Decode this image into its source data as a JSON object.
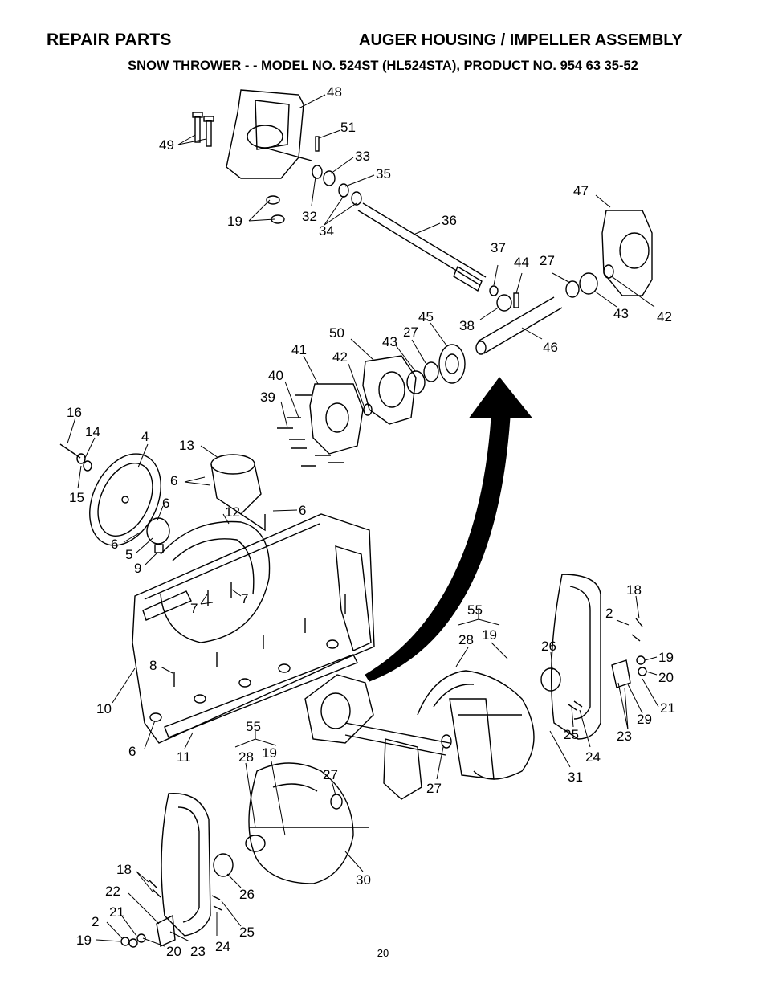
{
  "header": {
    "section": "REPAIR PARTS",
    "title": "AUGER HOUSING / IMPELLER ASSEMBLY",
    "subtitle": "SNOW THROWER - - MODEL NO. 524ST (HL524STA), PRODUCT NO. 954 63 35-52"
  },
  "page_number": "20",
  "callouts": [
    "48",
    "51",
    "49",
    "33",
    "35",
    "19",
    "32",
    "34",
    "36",
    "47",
    "37",
    "44",
    "27",
    "43",
    "42",
    "38",
    "45",
    "46",
    "50",
    "27",
    "43",
    "41",
    "42",
    "40",
    "39",
    "16",
    "14",
    "4",
    "15",
    "13",
    "6",
    "6",
    "6",
    "12",
    "6",
    "5",
    "9",
    "7",
    "7",
    "8",
    "10",
    "6",
    "11",
    "18",
    "2",
    "55",
    "28",
    "19",
    "19",
    "26",
    "20",
    "21",
    "29",
    "23",
    "25",
    "24",
    "31",
    "27",
    "55",
    "28",
    "19",
    "27",
    "30",
    "18",
    "22",
    "21",
    "2",
    "19",
    "20",
    "23",
    "24",
    "25",
    "26"
  ]
}
